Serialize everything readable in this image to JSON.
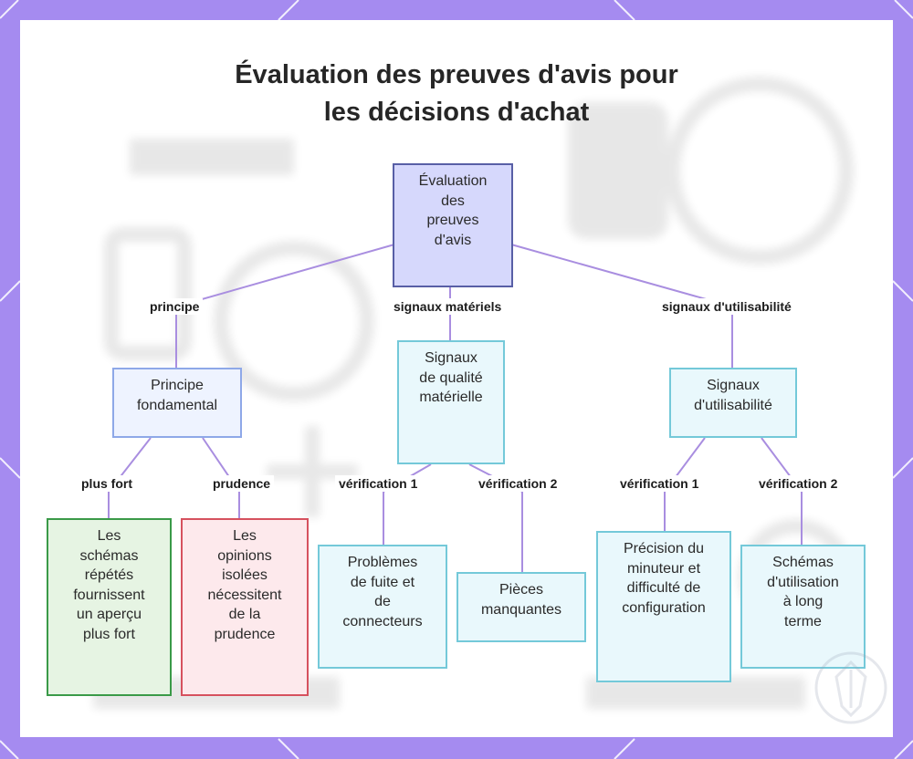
{
  "title": {
    "line1": "Évaluation des preuves d'avis pour",
    "line2": "les décisions d'achat"
  },
  "nodes": {
    "root": {
      "lines": [
        "Évaluation",
        "des",
        "preuves",
        "d'avis"
      ]
    },
    "principle": {
      "lines": [
        "Principe",
        "fondamental"
      ]
    },
    "material": {
      "lines": [
        "Signaux",
        "de qualité",
        "matérielle"
      ]
    },
    "usability": {
      "lines": [
        "Signaux",
        "d'utilisabilité"
      ]
    },
    "patterns": {
      "lines": [
        "Les",
        "schémas",
        "répétés",
        "fournissent",
        "un aperçu",
        "plus fort"
      ]
    },
    "isolated": {
      "lines": [
        "Les",
        "opinions",
        "isolées",
        "nécessitent",
        "de la",
        "prudence"
      ]
    },
    "leaks": {
      "lines": [
        "Problèmes",
        "de fuite et",
        "de",
        "connecteurs"
      ]
    },
    "missing": {
      "lines": [
        "Pièces",
        "manquantes"
      ]
    },
    "timer": {
      "lines": [
        "Précision du",
        "minuteur et",
        "difficulté de",
        "configuration"
      ]
    },
    "longterm": {
      "lines": [
        "Schémas",
        "d'utilisation",
        "à long",
        "terme"
      ]
    }
  },
  "edges": {
    "principle": "principe",
    "material": "signaux matériels",
    "usability": "signaux d'utilisabilité",
    "stronger": "plus fort",
    "caution": "prudence",
    "check1_material": "vérification 1",
    "check2_material": "vérification 2",
    "check1_usability": "vérification 1",
    "check2_usability": "vérification 2"
  },
  "colors": {
    "frame": "#a58bf0",
    "connector": "#a98ee0",
    "root_fill": "#d6d8fc",
    "green_border": "#3a9a48",
    "red_border": "#d6515e",
    "cyan_border": "#74c9d9"
  }
}
